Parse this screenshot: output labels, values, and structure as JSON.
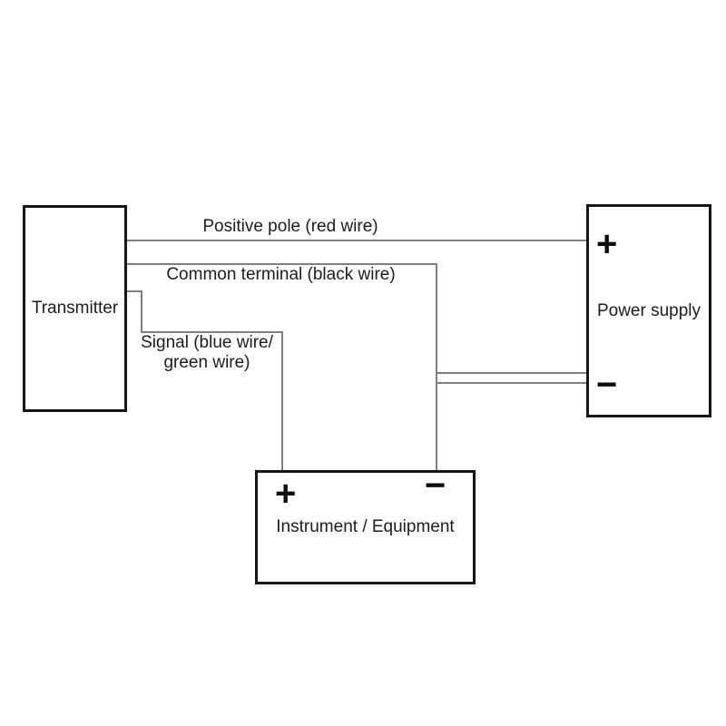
{
  "diagram": {
    "transmitter": {
      "label": "Transmitter"
    },
    "power_supply": {
      "label": "Power supply",
      "plus": "+",
      "minus": "−"
    },
    "instrument": {
      "label": "Instrument / Equipment",
      "plus": "+",
      "minus": "−"
    },
    "wires": {
      "positive_label": "Positive pole (red wire)",
      "common_label": "Common terminal (black wire)",
      "signal_label_line1": "Signal (blue wire/",
      "signal_label_line2": "green wire)"
    },
    "colors": {
      "background": "#ffffff",
      "box_border": "#161616",
      "wire": "#7e7e7e",
      "text": "#1c1c1c"
    }
  }
}
